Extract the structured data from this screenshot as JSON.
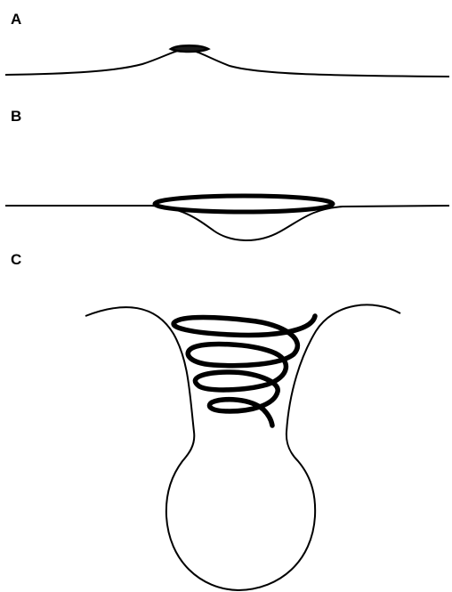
{
  "panels": [
    {
      "id": "panel-a",
      "label": "A"
    },
    {
      "id": "panel-b",
      "label": "B"
    },
    {
      "id": "panel-c",
      "label": "C"
    }
  ],
  "colors": {
    "line": "#000000",
    "background": "#ffffff"
  }
}
